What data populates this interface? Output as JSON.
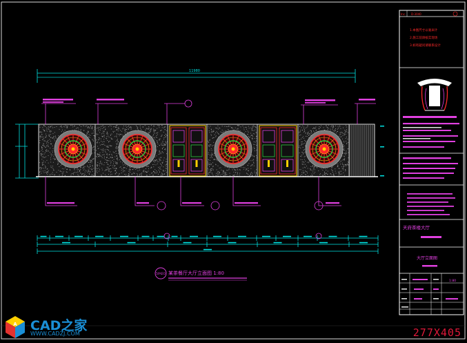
{
  "drawing": {
    "overall_dim": "11980",
    "plan_label": "5fAEO",
    "plan_title": "某茶餐厅大厅立面图 1:80"
  },
  "title_block": {
    "header_left": "Inc.",
    "header_no": "D-3040",
    "notes_red": [
      "1.本图尺寸以毫米计",
      "2.施工前请核实现场",
      "3.如有疑问请联系设计"
    ],
    "project": "天府茶楼大厅",
    "sheet_name": "大厅立面图",
    "scale": "1:80"
  },
  "watermark": {
    "brand": "CAD之家",
    "url": "WWW.CADZJ.COM",
    "corner": "277X405"
  },
  "colors": {
    "frame": "#e8e8e8",
    "dim": "#00e5e5",
    "leader": "#e040e0",
    "tb_red": "#ff2a2a",
    "accent": "#ffd000"
  }
}
